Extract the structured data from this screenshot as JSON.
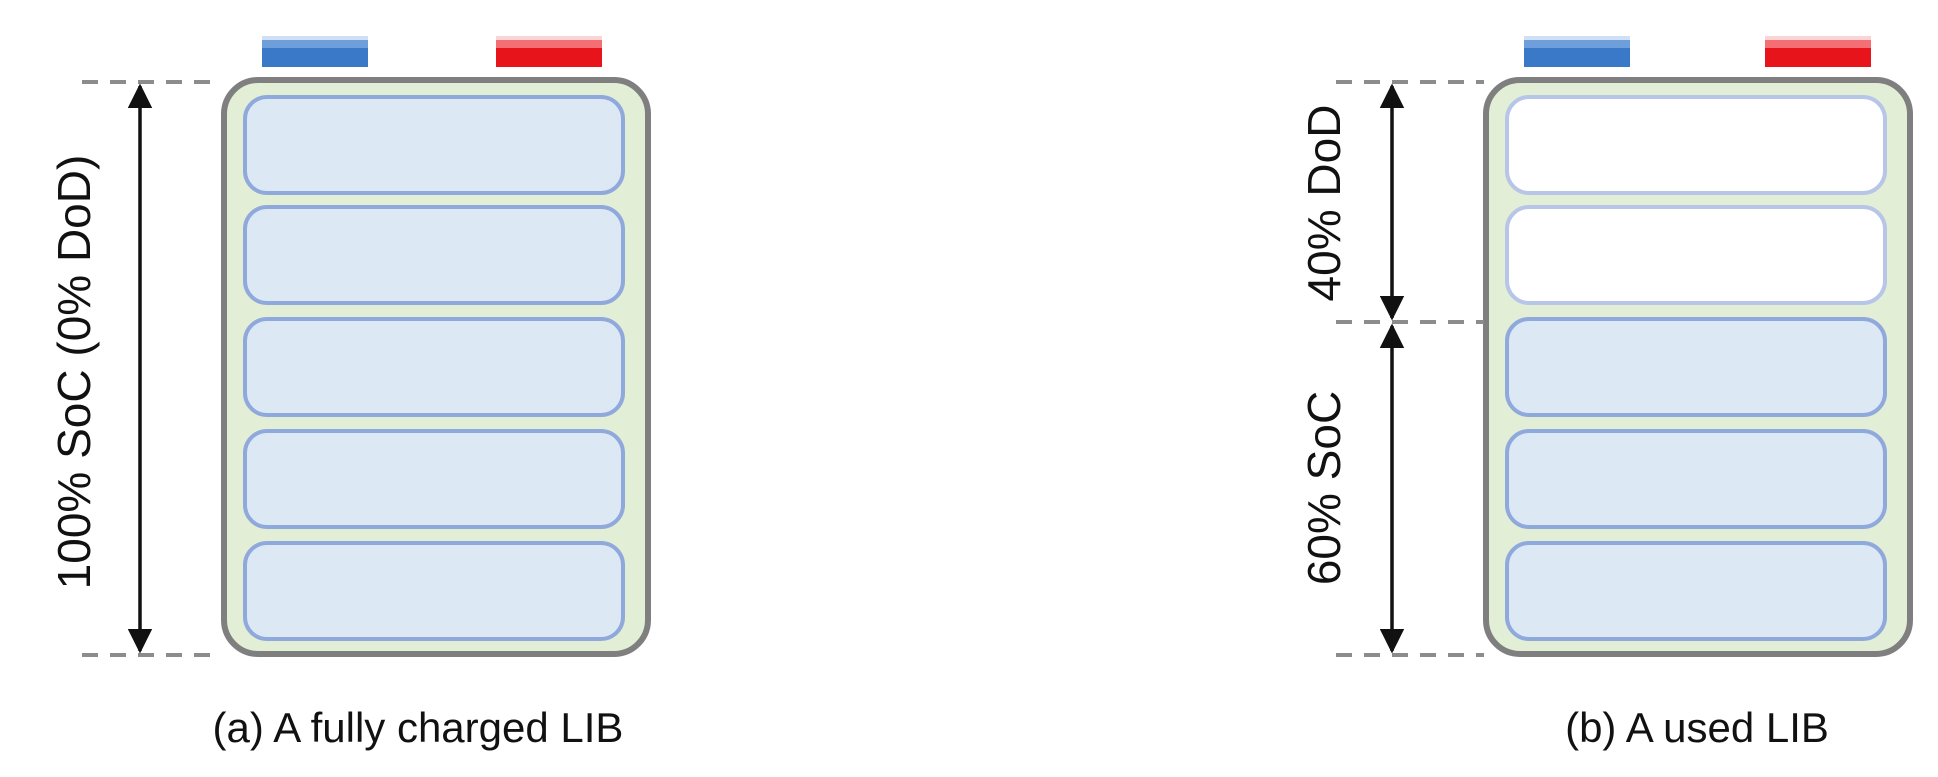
{
  "colors": {
    "negative_terminal": "#3a78c8",
    "positive_terminal": "#e8141c",
    "casing_fill": "#e3eed6",
    "casing_stroke": "#7f7f7f",
    "cell_charged_fill": "#dde8f5",
    "cell_charged_stroke": "#8fa9dc",
    "cell_empty_fill": "#ffffff",
    "cell_empty_stroke": "#b7c6e8",
    "dashed_line": "#8c8c8c",
    "arrow": "#111111"
  },
  "panels": [
    {
      "id": "a",
      "caption": "(a) A fully charged LIB",
      "charged_cells": 5,
      "total_cells": 5,
      "measures": [
        {
          "label": "100% SoC (0% DoD)"
        }
      ]
    },
    {
      "id": "b",
      "caption": "(b) A used LIB",
      "charged_cells": 3,
      "total_cells": 5,
      "measures": [
        {
          "label": "40% DoD"
        },
        {
          "label": "60% SoC"
        }
      ]
    }
  ]
}
